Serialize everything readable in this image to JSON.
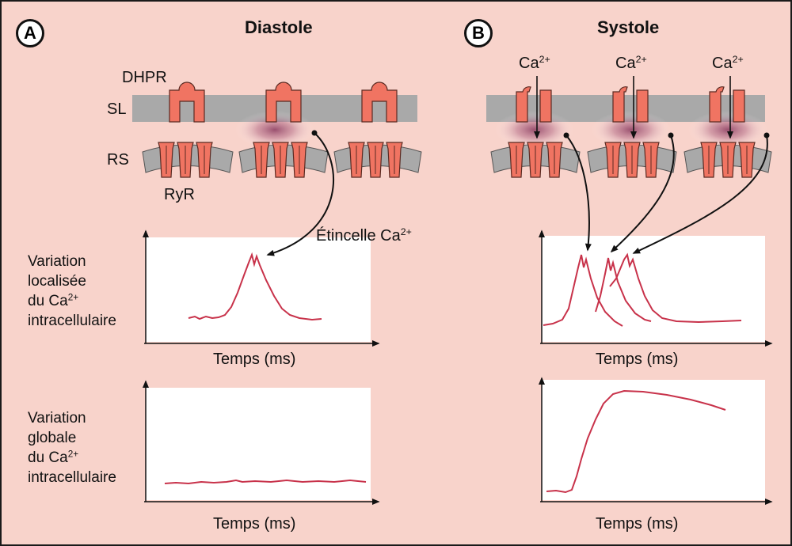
{
  "panel_a": {
    "letter": "A",
    "title": "Diastole",
    "labels": {
      "dhpr": "DHPR",
      "sl": "SL",
      "rs": "RS",
      "ryr": "RyR"
    },
    "spark_label": {
      "text": "Étincelle Ca",
      "sup": "2+"
    },
    "plot_local": {
      "ylabel_lines": [
        "Variation",
        "localisée",
        "du Ca",
        "intracellulaire"
      ],
      "ylabel_sup": "2+",
      "xlabel": "Temps (ms)"
    },
    "plot_global": {
      "ylabel_lines": [
        "Variation",
        "globale",
        "du Ca",
        "intracellulaire"
      ],
      "ylabel_sup": "2+",
      "xlabel": "Temps (ms)"
    }
  },
  "panel_b": {
    "letter": "B",
    "title": "Systole",
    "ca_label": {
      "text": "Ca",
      "sup": "2+"
    },
    "plot_local": {
      "xlabel": "Temps (ms)"
    },
    "plot_global": {
      "xlabel": "Temps (ms)"
    }
  },
  "colors": {
    "background": "#f8d3cb",
    "membrane": "#a9a9a9",
    "channel": "#f07462",
    "trace": "#c8324a",
    "plot_bg": "#ffffff",
    "calcium_glow": "#7a2450"
  }
}
